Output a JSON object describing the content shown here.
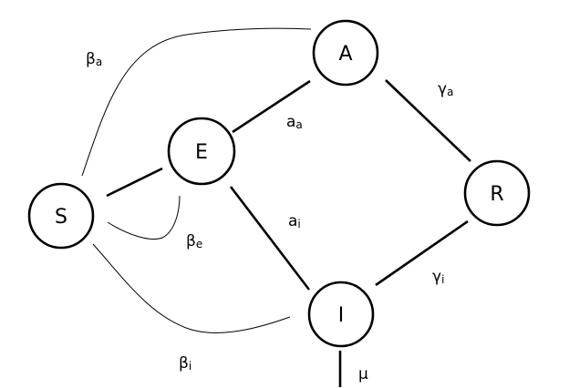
{
  "nodes": {
    "S": "S",
    "E": "E",
    "A": "A",
    "I": "I",
    "R": "R"
  },
  "edge_labels": {
    "beta_a": {
      "base": "β",
      "sub": "a"
    },
    "beta_e": {
      "base": "β",
      "sub": "e"
    },
    "beta_i": {
      "base": "β",
      "sub": "i"
    },
    "a_a": {
      "base": "a",
      "sub": "a"
    },
    "a_i": {
      "base": "a",
      "sub": "i"
    },
    "gamma_a": {
      "base": "γ",
      "sub": "a"
    },
    "gamma_i": {
      "base": "γ",
      "sub": "i"
    },
    "mu": "μ"
  }
}
